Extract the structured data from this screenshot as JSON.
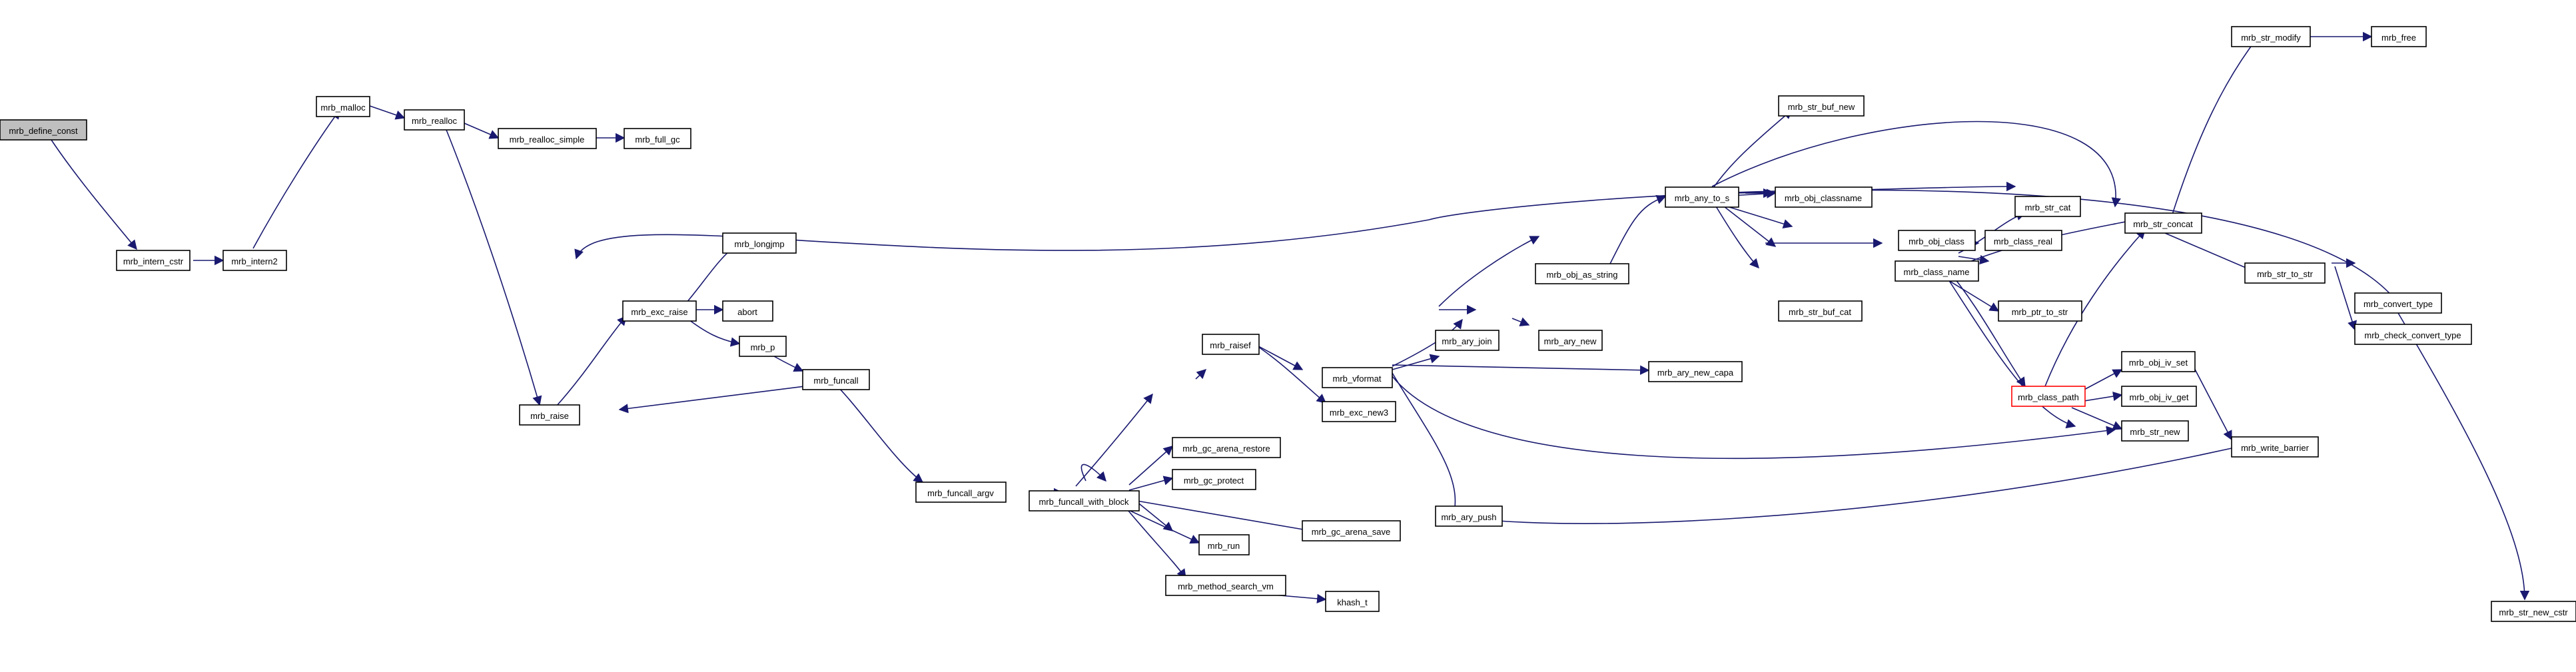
{
  "colors": {
    "edge": "#191970",
    "root_fill": "#bfbfbf",
    "truncated_border": "#ff0000"
  },
  "nodes": {
    "mrb_define_const": "mrb_define_const",
    "mrb_intern_cstr": "mrb_intern_cstr",
    "mrb_intern2": "mrb_intern2",
    "mrb_malloc": "mrb_malloc",
    "mrb_realloc": "mrb_realloc",
    "mrb_realloc_simple": "mrb_realloc_simple",
    "mrb_full_gc": "mrb_full_gc",
    "mrb_raise": "mrb_raise",
    "mrb_exc_raise": "mrb_exc_raise",
    "mrb_longjmp": "mrb_longjmp",
    "abort": "abort",
    "mrb_p": "mrb_p",
    "mrb_funcall": "mrb_funcall",
    "mrb_funcall_argv": "mrb_funcall_argv",
    "mrb_funcall_with_block": "mrb_funcall_with_block",
    "mrb_gc_arena_restore": "mrb_gc_arena_restore",
    "mrb_gc_protect": "mrb_gc_protect",
    "mrb_run": "mrb_run",
    "mrb_gc_arena_save": "mrb_gc_arena_save",
    "mrb_method_search_vm": "mrb_method_search_vm",
    "khash_t": "khash_t",
    "mrb_raisef": "mrb_raisef",
    "mrb_vformat": "mrb_vformat",
    "mrb_exc_new3": "mrb_exc_new3",
    "mrb_ary_push": "mrb_ary_push",
    "mrb_ary_join": "mrb_ary_join",
    "mrb_ary_new": "mrb_ary_new",
    "mrb_ary_new_capa": "mrb_ary_new_capa",
    "mrb_obj_as_string": "mrb_obj_as_string",
    "mrb_any_to_s": "mrb_any_to_s",
    "mrb_str_buf_new": "mrb_str_buf_new",
    "mrb_obj_classname": "mrb_obj_classname",
    "mrb_obj_class": "mrb_obj_class",
    "mrb_class_real": "mrb_class_real",
    "mrb_class_name": "mrb_class_name",
    "mrb_str_buf_cat": "mrb_str_buf_cat",
    "mrb_ptr_to_str": "mrb_ptr_to_str",
    "mrb_str_cat": "mrb_str_cat",
    "mrb_class_path": "mrb_class_path",
    "mrb_obj_iv_set": "mrb_obj_iv_set",
    "mrb_obj_iv_get": "mrb_obj_iv_get",
    "mrb_str_new": "mrb_str_new",
    "mrb_str_modify": "mrb_str_modify",
    "mrb_free": "mrb_free",
    "mrb_str_concat": "mrb_str_concat",
    "mrb_str_to_str": "mrb_str_to_str",
    "mrb_convert_type": "mrb_convert_type",
    "mrb_check_convert_type": "mrb_check_convert_type",
    "mrb_write_barrier": "mrb_write_barrier",
    "mrb_str_new_cstr": "mrb_str_new_cstr"
  }
}
